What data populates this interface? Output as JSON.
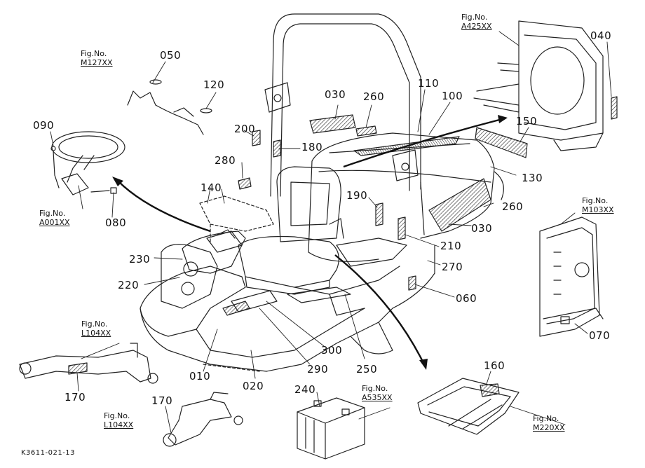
{
  "drawing_code": "K3611-021-13",
  "figure_refs": {
    "fig_prefix": "Fig.No.",
    "a425": "A425XX",
    "m127": "M127XX",
    "a001": "A001XX",
    "m103": "M103XX",
    "l104_top": "L104XX",
    "l104_bottom": "L104XX",
    "a535": "A535XX",
    "m220": "M220XX"
  },
  "part_labels": {
    "p040": "040",
    "p050": "050",
    "p120": "120",
    "p090": "090",
    "p030a": "030",
    "p260a": "260",
    "p110": "110",
    "p100": "100",
    "p150": "150",
    "p200": "200",
    "p180": "180",
    "p280": "280",
    "p130": "130",
    "p140": "140",
    "p190": "190",
    "p260b": "260",
    "p080": "080",
    "p030b": "030",
    "p210": "210",
    "p230": "230",
    "p270": "270",
    "p220": "220",
    "p060": "060",
    "p070": "070",
    "p300": "300",
    "p290": "290",
    "p250": "250",
    "p010": "010",
    "p020": "020",
    "p170a": "170",
    "p160": "160",
    "p240": "240",
    "p170b": "170"
  }
}
